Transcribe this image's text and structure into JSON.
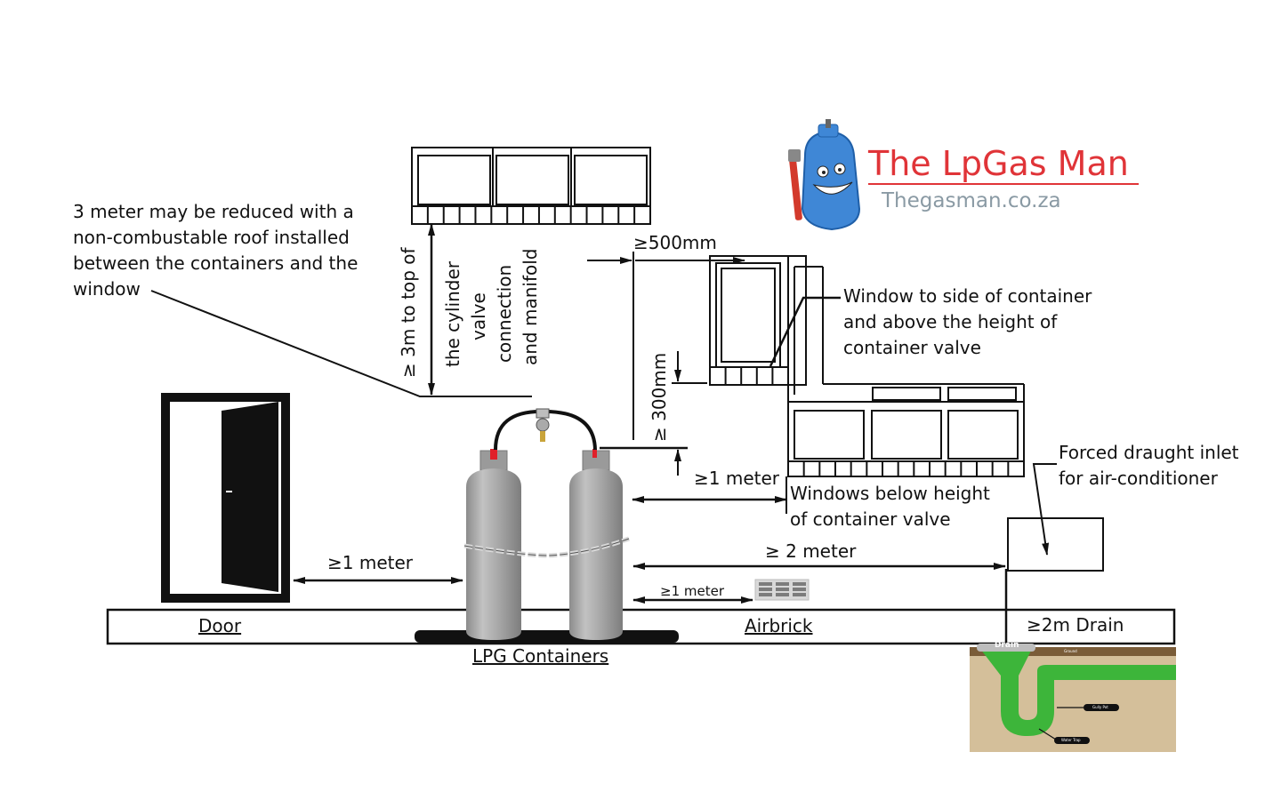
{
  "brand": {
    "title": "The LpGas Man",
    "url": "Thegasman.co.za",
    "title_color": "#e03438",
    "url_color": "#8a9aa4",
    "mascot": "gas-cylinder-mascot-with-wrench"
  },
  "notes": {
    "roof_note": [
      "3 meter may be reduced with a",
      "non-combustable roof installed",
      "between the containers and the",
      "window"
    ],
    "height_label": "≥ 3m to top of",
    "height_label_lines": [
      "the cylinder",
      "valve",
      "connection",
      "and manifold"
    ],
    "dist_500": "≥500mm",
    "dist_300": "≥ 300mm",
    "window_side": [
      "Window to side of container",
      "and above the height of",
      "container valve"
    ],
    "windows_below": [
      "Windows below height",
      "of container valve"
    ],
    "forced_draught": [
      "Forced draught inlet",
      "for air-conditioner"
    ],
    "dist_1m_window": "≥1 meter",
    "dist_1m_door": "≥1 meter",
    "dist_2m": "≥ 2 meter",
    "dist_1m_airbrick": "≥1 meter"
  },
  "ground_labels": {
    "door": "Door",
    "airbrick": "Airbrick",
    "drain": "≥2m Drain",
    "containers": "LPG Containers"
  },
  "drain_inset": {
    "drain_label": "Drain",
    "ground_label": "Ground",
    "gully_pot": "Gully Pot",
    "water_trap": "Water Trap",
    "pipe_color": "#3db53a",
    "soil_color": "#d4bf9a",
    "ground_color": "#7a5c38"
  },
  "colors": {
    "line": "#111111",
    "cylinder": "#a9a9a9",
    "valve_red": "#e0202a"
  }
}
